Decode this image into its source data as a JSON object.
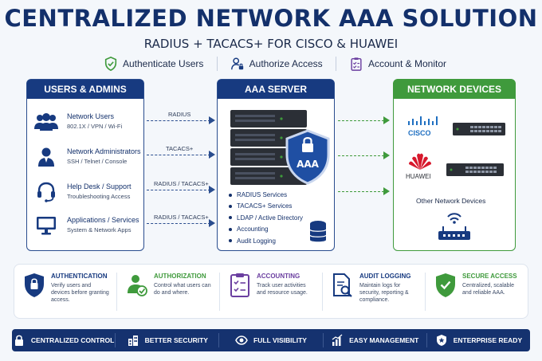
{
  "header": {
    "title": "CENTRALIZED NETWORK AAA SOLUTION",
    "subtitle": "RADIUS + TACACS+ FOR CISCO & HUAWEI"
  },
  "pillars": [
    {
      "label": "Authenticate Users",
      "icon": "shield-check-icon"
    },
    {
      "label": "Authorize Access",
      "icon": "user-lock-icon"
    },
    {
      "label": "Account & Monitor",
      "icon": "clipboard-check-icon"
    }
  ],
  "users": {
    "title": "USERS & ADMINS",
    "rows": [
      {
        "title": "Network Users",
        "sub": "802.1X / VPN / Wi-Fi",
        "protocol": "RADIUS",
        "icon": "users-group-icon"
      },
      {
        "title": "Network Administrators",
        "sub": "SSH / Telnet / Console",
        "protocol": "TACACS+",
        "icon": "admin-user-icon"
      },
      {
        "title": "Help Desk / Support",
        "sub": "Troubleshooting Access",
        "protocol": "RADIUS / TACACS+",
        "icon": "headset-icon"
      },
      {
        "title": "Applications / Services",
        "sub": "System & Network Apps",
        "protocol": "RADIUS / TACACS+",
        "icon": "monitor-icon"
      }
    ]
  },
  "server": {
    "title": "AAA SERVER",
    "badge": "AAA",
    "services": [
      "RADIUS Services",
      "TACACS+ Services",
      "LDAP / Active Directory",
      "Accounting",
      "Audit Logging"
    ]
  },
  "devices": {
    "title": "NETWORK DEVICES",
    "cisco": "CISCO",
    "huawei": "HUAWEI",
    "other": "Other Network Devices"
  },
  "features": [
    {
      "title": "AUTHENTICATION",
      "desc": "Verify users and devices before granting access.",
      "color": "#173a80",
      "icon": "shield-lock-icon"
    },
    {
      "title": "AUTHORIZATION",
      "desc": "Control what users can do and where.",
      "color": "#3f9a3c",
      "icon": "user-check-icon"
    },
    {
      "title": "ACCOUNTING",
      "desc": "Track user activities and resource usage.",
      "color": "#6b3fa0",
      "icon": "checklist-icon"
    },
    {
      "title": "AUDIT LOGGING",
      "desc": "Maintain logs for security, reporting & compliance.",
      "color": "#173a80",
      "icon": "document-search-icon"
    },
    {
      "title": "SECURE ACCESS",
      "desc": "Centralized, scalable and reliable AAA.",
      "color": "#3f9a3c",
      "icon": "shield-check-icon"
    }
  ],
  "benefits": [
    {
      "label": "CENTRALIZED CONTROL",
      "icon": "lock-icon"
    },
    {
      "label": "BETTER SECURITY",
      "icon": "building-icon"
    },
    {
      "label": "FULL VISIBILITY",
      "icon": "eye-icon"
    },
    {
      "label": "EASY MANAGEMENT",
      "icon": "chart-icon"
    },
    {
      "label": "ENTERPRISE READY",
      "icon": "star-shield-icon"
    }
  ]
}
